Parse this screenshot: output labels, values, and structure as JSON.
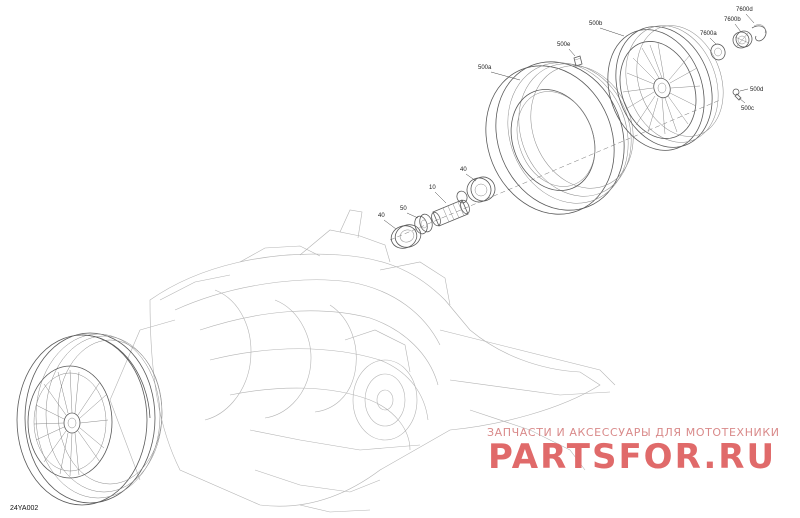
{
  "diagram": {
    "reference_code": "24YA002",
    "callouts": {
      "c40_left": "40",
      "c50": "50",
      "c10": "10",
      "c40_right": "40",
      "c500a": "500a",
      "c500e": "500e",
      "c500b": "500b",
      "c7600a": "7600a",
      "c7600b": "7600b",
      "c7600d": "7600d",
      "c500d": "500d",
      "c500c": "500c"
    }
  },
  "watermark": {
    "tagline": "ЗАПЧАСТИ И АКСЕССУАРЫ ДЛЯ МОТОТЕХНИКИ",
    "brand": "PARTSFOR.RU"
  },
  "colors": {
    "line": "#5a5a5a",
    "watermark": "#e06a6a"
  }
}
